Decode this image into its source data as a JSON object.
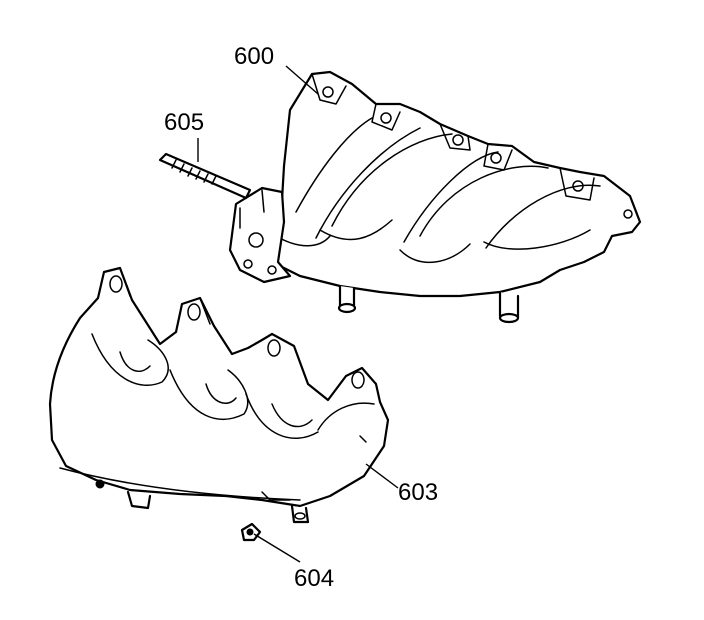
{
  "callouts": {
    "manifold": "600",
    "stud": "605",
    "heat_shield": "603",
    "bolt": "604"
  },
  "colors": {
    "line": "#000000",
    "background": "#ffffff"
  }
}
